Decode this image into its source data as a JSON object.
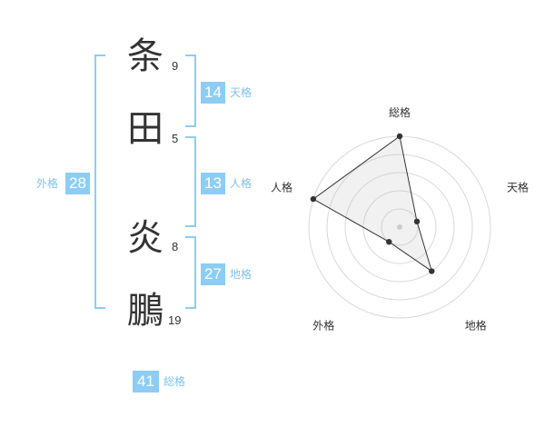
{
  "name": {
    "chars": [
      {
        "char": "条",
        "strokes": "9"
      },
      {
        "char": "田",
        "strokes": "5"
      },
      {
        "char": "炎",
        "strokes": "8"
      },
      {
        "char": "鵬",
        "strokes": "19"
      }
    ]
  },
  "kaku": {
    "tenkaku": {
      "value": "14",
      "label": "天格"
    },
    "jinkaku": {
      "value": "13",
      "label": "人格"
    },
    "chikaku": {
      "value": "27",
      "label": "地格"
    },
    "gaikaku": {
      "value": "28",
      "label": "外格"
    },
    "soukaku": {
      "value": "41",
      "label": "総格"
    }
  },
  "colors": {
    "accent": "#8dcdf5",
    "accent_text": "#7dc3ee",
    "text": "#333333"
  },
  "chart_data": {
    "type": "radar",
    "axes": [
      "総格",
      "天格",
      "地格",
      "外格",
      "人格"
    ],
    "values": [
      5,
      1,
      3,
      1,
      5
    ],
    "range": [
      0,
      5
    ],
    "rings": 5
  }
}
